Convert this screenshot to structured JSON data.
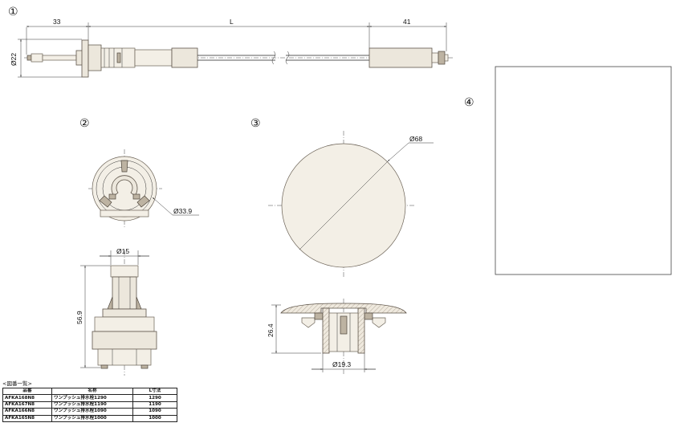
{
  "labels": {
    "fig1": "①",
    "fig2": "②",
    "fig3": "③",
    "fig4": "④"
  },
  "dimensions": {
    "d33": "33",
    "dL": "L",
    "d41": "41",
    "d22": "Ø22",
    "d339": "Ø33.9",
    "d15": "Ø15",
    "d569": "56.9",
    "d68": "Ø68",
    "d264": "26.4",
    "d193": "Ø19.3"
  },
  "parts_table": {
    "caption": "<図番一覧>",
    "headers": [
      "品番",
      "名称",
      "L寸法"
    ],
    "rows": [
      [
        "AFKA168N8",
        "ワンプッシュ排水栓1290",
        "1290"
      ],
      [
        "AFKA167N8",
        "ワンプッシュ排水栓1190",
        "1190"
      ],
      [
        "AFKA166N8",
        "ワンプッシュ排水栓1090",
        "1090"
      ],
      [
        "AFKA165N8",
        "ワンプッシュ排水栓1000",
        "1000"
      ]
    ]
  }
}
